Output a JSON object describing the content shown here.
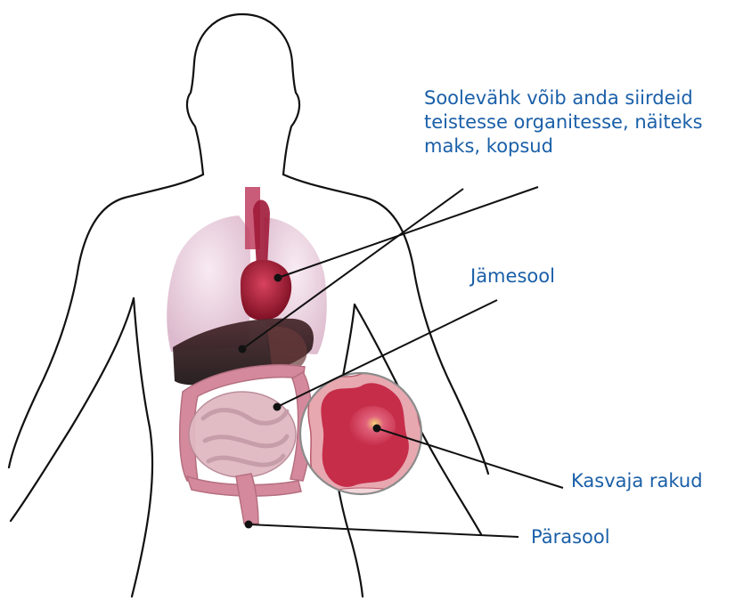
{
  "labels": {
    "metastasis": "Soolevähk võib anda siirdeid teistesse organitesse, näiteks maks, kopsud",
    "colon": "Jämesool",
    "tumor_cells": "Kasvaja rakud",
    "rectum": "Pärasool"
  },
  "colors": {
    "label_text": "#1a5fa8",
    "outline": "#111111",
    "lung": "#efd6e6",
    "heart": "#b8243f",
    "liver": "#2b1d1f",
    "intestine": "#d99aa8",
    "tumor": "#d9435a"
  }
}
